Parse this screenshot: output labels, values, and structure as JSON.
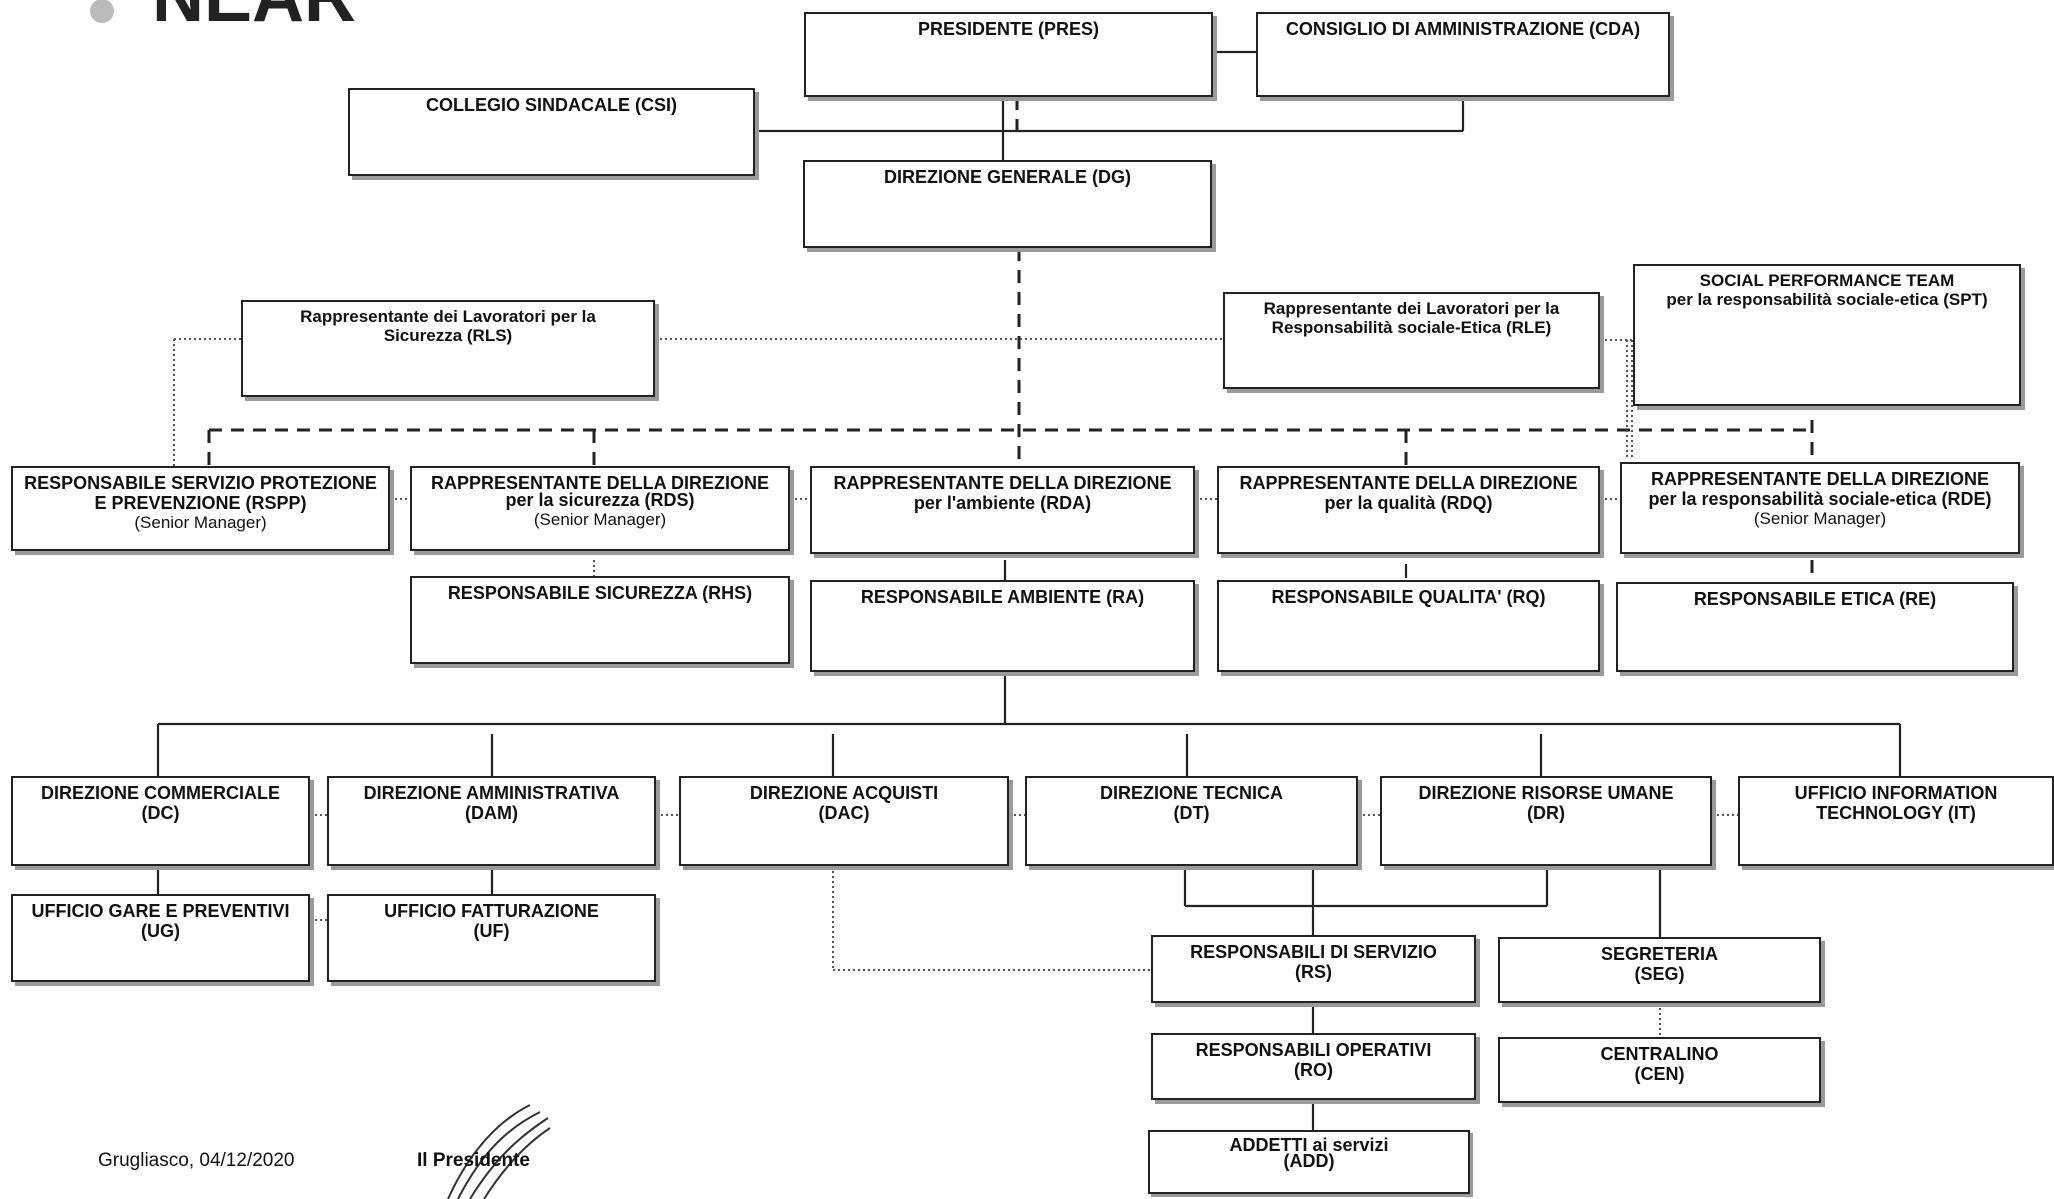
{
  "logo": {
    "text": "NEAR"
  },
  "boxes": {
    "pres": {
      "title": "PRESIDENTE (PRES)"
    },
    "cda": {
      "title": "CONSIGLIO DI AMMINISTRAZIONE (CDA)"
    },
    "csi": {
      "title": "COLLEGIO SINDACALE (CSI)"
    },
    "dg": {
      "title": "DIREZIONE GENERALE (DG)"
    },
    "rls": {
      "line1": "Rappresentante dei Lavoratori per la",
      "line2": "Sicurezza (RLS)"
    },
    "rle": {
      "line1": "Rappresentante dei Lavoratori per la",
      "line2": "Responsabilità sociale-Etica (RLE)"
    },
    "spt": {
      "line1": "SOCIAL PERFORMANCE TEAM",
      "line2": "per la responsabilità sociale-etica (SPT)"
    },
    "rspp": {
      "line1": "RESPONSABILE SERVIZIO PROTEZIONE",
      "line2": "E PREVENZIONE (RSPP)",
      "sub": "(Senior Manager)"
    },
    "rds": {
      "line1": "RAPPRESENTANTE DELLA DIREZIONE",
      "line2": "per la sicurezza (RDS)",
      "sub": "(Senior Manager)"
    },
    "rda": {
      "line1": "RAPPRESENTANTE DELLA DIREZIONE",
      "line2": "per l'ambiente (RDA)"
    },
    "rdq": {
      "line1": "RAPPRESENTANTE DELLA DIREZIONE",
      "line2": "per la qualità (RDQ)"
    },
    "rde": {
      "line1": "RAPPRESENTANTE DELLA DIREZIONE",
      "line2": "per la responsabilità sociale-etica (RDE)",
      "sub": "(Senior Manager)"
    },
    "rhs": {
      "title": "RESPONSABILE SICUREZZA (RHS)"
    },
    "ra": {
      "title": "RESPONSABILE AMBIENTE (RA)"
    },
    "rq": {
      "title": "RESPONSABILE QUALITA' (RQ)"
    },
    "re": {
      "title": "RESPONSABILE ETICA (RE)"
    },
    "dc": {
      "line1": "DIREZIONE COMMERCIALE",
      "line2": "(DC)"
    },
    "dam": {
      "line1": "DIREZIONE AMMINISTRATIVA",
      "line2": "(DAM)"
    },
    "dac": {
      "line1": "DIREZIONE ACQUISTI",
      "line2": "(DAC)"
    },
    "dt": {
      "line1": "DIREZIONE TECNICA",
      "line2": "(DT)"
    },
    "dr": {
      "line1": "DIREZIONE RISORSE UMANE",
      "line2": "(DR)"
    },
    "it": {
      "line1": "UFFICIO INFORMATION",
      "line2": "TECHNOLOGY (IT)"
    },
    "ug": {
      "line1": "UFFICIO GARE E PREVENTIVI",
      "line2": "(UG)"
    },
    "uf": {
      "line1": "UFFICIO FATTURAZIONE",
      "line2": "(UF)"
    },
    "rs": {
      "line1": "RESPONSABILI DI SERVIZIO",
      "line2": "(RS)"
    },
    "seg": {
      "line1": "SEGRETERIA",
      "line2": "(SEG)"
    },
    "ro": {
      "line1": "RESPONSABILI OPERATIVI",
      "line2": "(RO)"
    },
    "cen": {
      "line1": "CENTRALINO",
      "line2": "(CEN)"
    },
    "add": {
      "line1": "ADDETTI ai servizi",
      "line2": "(ADD)"
    }
  },
  "footer": {
    "place_date": "Grugliasco, 04/12/2020",
    "signature_label": "Il Presidente"
  }
}
